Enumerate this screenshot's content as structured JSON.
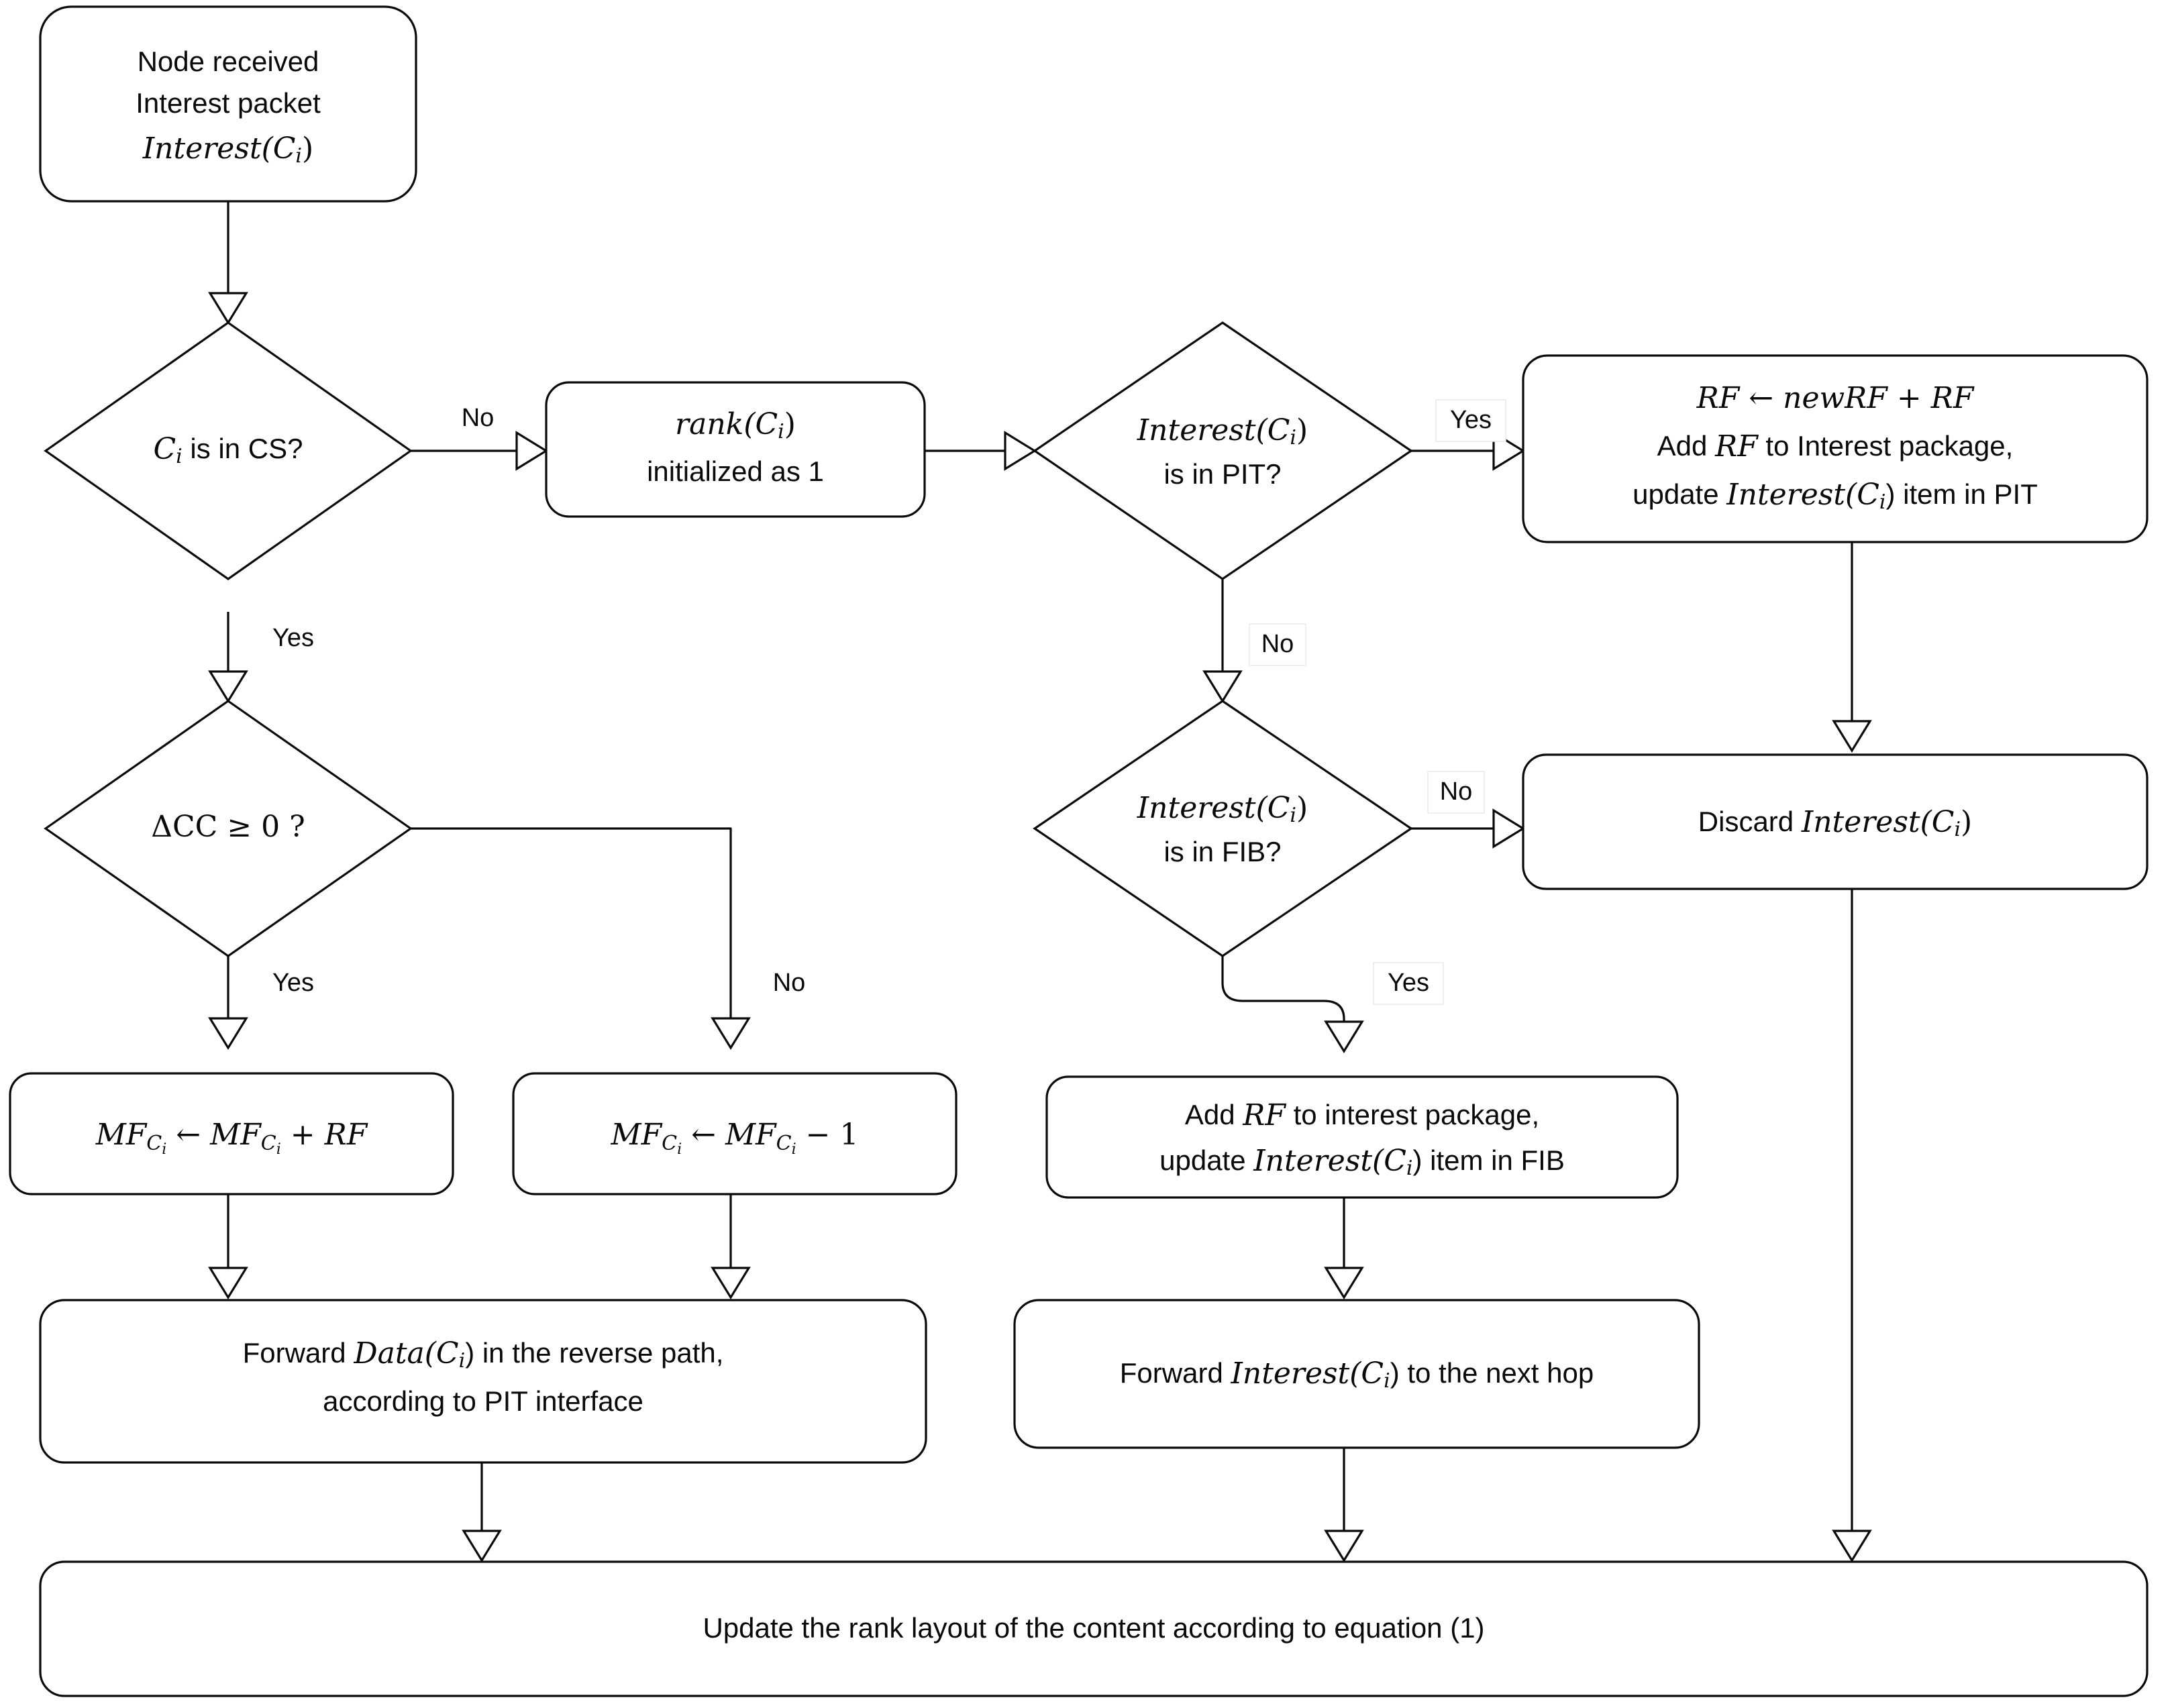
{
  "diagram": {
    "title": "Interest packet processing flowchart",
    "background_color": "#ffffff",
    "stroke_color": "#0a0a0a"
  },
  "nodes": {
    "start": {
      "shape": "rounded-rect",
      "line1": "Node received",
      "line2": "Interest packet",
      "line3_math": "Interest(C",
      "line3_sub": "i",
      "line3_tail": ")"
    },
    "cs_decision": {
      "shape": "diamond",
      "math": "C",
      "sub": "i",
      "tail": " is in CS?"
    },
    "rank_init": {
      "shape": "rounded-rect",
      "line1_math": "rank(C",
      "line1_sub": "i",
      "line1_tail": ")",
      "line2": "initialized as 1"
    },
    "pit_decision": {
      "shape": "diamond",
      "line1_math": "Interest(C",
      "line1_sub": "i",
      "line1_tail": ")",
      "line2": "is in PIT?"
    },
    "rf_update_pit": {
      "shape": "rounded-rect",
      "line1": "RF ← newRF + RF",
      "line1_a": "RF",
      "line1_b": " ← ",
      "line1_c": "newRF",
      "line1_d": " + ",
      "line1_e": "RF",
      "line2_a": "Add ",
      "line2_b": "RF",
      "line2_c": " to Interest package,",
      "line3_a": "update ",
      "line3_b": "Interest(C",
      "line3_sub": "i",
      "line3_c": ") item in PIT"
    },
    "cc_decision": {
      "shape": "diamond",
      "a": "ΔCC",
      "b": " ≥ 0 ?"
    },
    "fib_decision": {
      "shape": "diamond",
      "line1_math": "Interest(C",
      "line1_sub": "i",
      "line1_tail": ")",
      "line2": "is in FIB?"
    },
    "discard": {
      "shape": "rounded-rect",
      "a": "Discard ",
      "b": "Interest(C",
      "sub": "i",
      "c": ")"
    },
    "mf_plus": {
      "shape": "rounded-rect",
      "a": "MF",
      "sub_a": "C",
      "sub_a2": "i",
      "b": " ← ",
      "c": "MF",
      "sub_c": "C",
      "sub_c2": "i",
      "d": " + ",
      "e": "RF"
    },
    "mf_minus": {
      "shape": "rounded-rect",
      "a": "MF",
      "sub_a": "C",
      "sub_a2": "i",
      "b": " ← ",
      "c": "MF",
      "sub_c": "C",
      "sub_c2": "i",
      "d": " − 1"
    },
    "add_rf_fib": {
      "shape": "rounded-rect",
      "line1_a": "Add ",
      "line1_b": "RF",
      "line1_c": " to interest package,",
      "line2_a": "update ",
      "line2_b": "Interest(C",
      "line2_sub": "i",
      "line2_c": ") item in FIB"
    },
    "forward_data": {
      "shape": "rounded-rect",
      "line1_a": "Forward ",
      "line1_b": "Data(C",
      "line1_sub": "i",
      "line1_c": ") in the reverse path,",
      "line2": "according to PIT interface"
    },
    "forward_interest": {
      "shape": "rounded-rect",
      "a": "Forward ",
      "b": "Interest(C",
      "sub": "i",
      "c": ") to the next hop"
    },
    "update_rank": {
      "shape": "rounded-rect",
      "text": "Update the rank layout of the content according to equation (1)"
    }
  },
  "edge_labels": {
    "cs_no": "No",
    "cs_yes": "Yes",
    "pit_yes": "Yes",
    "pit_no": "No",
    "cc_yes": "Yes",
    "cc_no": "No",
    "fib_no": "No",
    "fib_yes": "Yes"
  }
}
